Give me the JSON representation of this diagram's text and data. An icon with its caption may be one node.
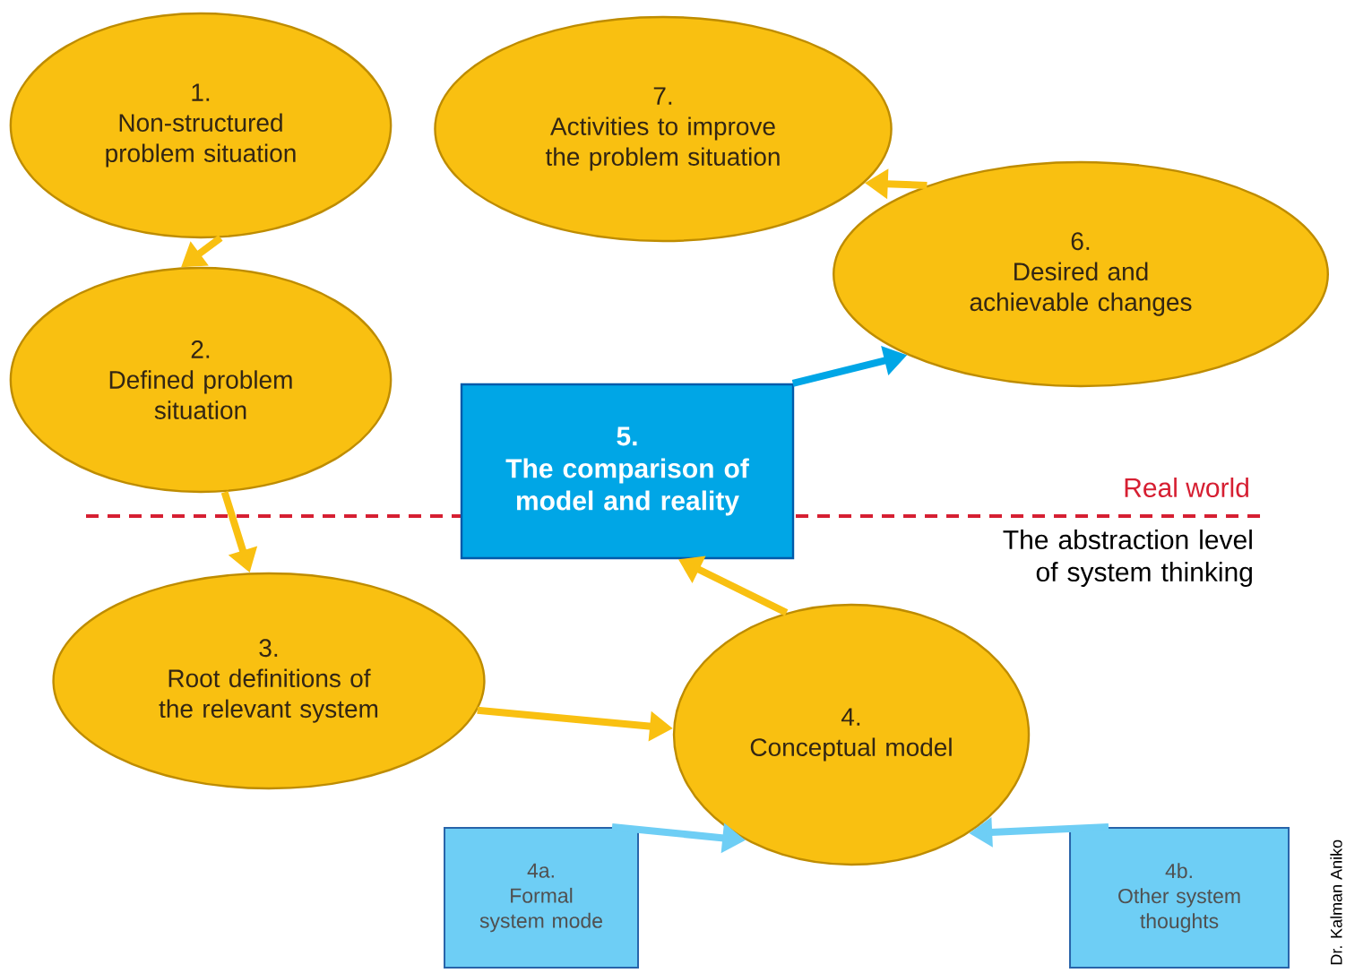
{
  "diagram": {
    "nodes": [
      {
        "text": [
          "1.",
          "Non-structured problem situation"
        ]
      },
      {
        "text": [
          "2.",
          "Defined problem situation"
        ]
      },
      {
        "text": [
          "3.",
          "Root definitions of the relevant system"
        ]
      },
      {
        "text": [
          "4.",
          "Conceptual model"
        ]
      },
      {
        "text": [
          "5.",
          "The comparison of model and reality"
        ]
      },
      {
        "text": [
          "6.",
          "Desired and achievable changes"
        ]
      },
      {
        "text": [
          "7.",
          "Activities to improve the problem situation"
        ]
      },
      {
        "text": [
          "4a.",
          "Formal system mode"
        ]
      },
      {
        "text": [
          "4b.",
          "Other system thoughts"
        ]
      }
    ],
    "edges": [
      {
        "from": 0,
        "to": 1,
        "arrow": "to"
      },
      {
        "from": 1,
        "to": 2,
        "arrow": "to"
      },
      {
        "from": 2,
        "to": 3,
        "arrow": "to"
      },
      {
        "from": 3,
        "to": 4,
        "arrow": "to"
      },
      {
        "from": 4,
        "to": 5,
        "arrow": "to",
        "color": "#00a6e6"
      },
      {
        "from": 5,
        "to": 6,
        "arrow": "to"
      },
      {
        "from": 7,
        "to": 3,
        "arrow": "to",
        "color": "#6ecef5"
      },
      {
        "from": 8,
        "to": 3,
        "arrow": "to",
        "color": "#6ecef5"
      }
    ],
    "labels": [
      "Real world",
      "The abstraction level of system thinking",
      "Dr. Kalman Aniko"
    ]
  }
}
